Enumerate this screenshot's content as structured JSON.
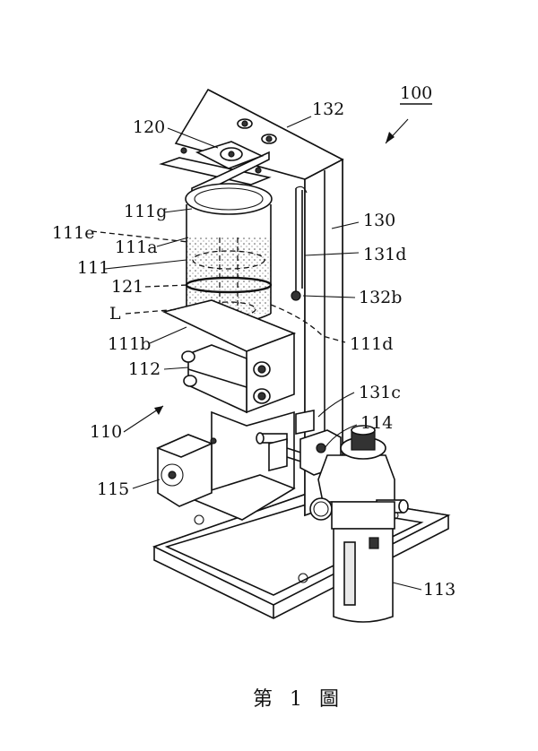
{
  "figure": {
    "caption": "第 1 圖"
  },
  "labels": [
    {
      "id": "100",
      "text": "100"
    },
    {
      "id": "132",
      "text": "132"
    },
    {
      "id": "120",
      "text": "120"
    },
    {
      "id": "111g",
      "text": "111g"
    },
    {
      "id": "130",
      "text": "130"
    },
    {
      "id": "111e",
      "text": "111e"
    },
    {
      "id": "111a",
      "text": "111a"
    },
    {
      "id": "131d",
      "text": "131d"
    },
    {
      "id": "111",
      "text": "111"
    },
    {
      "id": "121",
      "text": "121"
    },
    {
      "id": "132b",
      "text": "132b"
    },
    {
      "id": "L",
      "text": "L"
    },
    {
      "id": "111b",
      "text": "111b"
    },
    {
      "id": "111d",
      "text": "111d"
    },
    {
      "id": "112",
      "text": "112"
    },
    {
      "id": "131c",
      "text": "131c"
    },
    {
      "id": "110",
      "text": "110"
    },
    {
      "id": "114",
      "text": "114"
    },
    {
      "id": "115",
      "text": "115"
    },
    {
      "id": "113",
      "text": "113"
    }
  ]
}
